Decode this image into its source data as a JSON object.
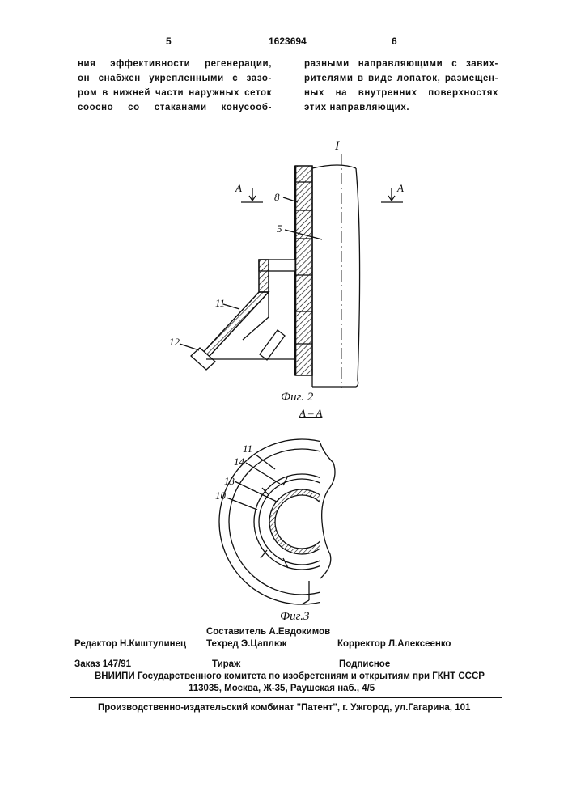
{
  "header": {
    "left_page": "5",
    "patent_number": "1623694",
    "right_page": "6"
  },
  "text": {
    "left_lines": [
      "ния эффективности регенерации,",
      "он снабжен укрепленными с зазо-",
      "ром в нижней части наружных сеток",
      "соосно со стаканами конусооб-"
    ],
    "right_lines": [
      "разными направляющими с завих-",
      "рителями в виде лопаток, размещен-",
      "ных на внутренних поверхностях",
      "этих направляющих."
    ]
  },
  "figure2": {
    "label_I": "I",
    "section_left": "A",
    "section_right": "A",
    "labels": {
      "n8": "8",
      "n5": "5",
      "n11": "11",
      "n12": "12"
    },
    "caption": "Фиг. 2"
  },
  "figure3": {
    "section_title": "A – A",
    "labels": {
      "n11": "11",
      "n14": "14",
      "n13": "13",
      "n10": "10"
    },
    "caption": "Фиг.3"
  },
  "imprint": {
    "compiler": "Составитель А.Евдокимов",
    "editor": "Редактор Н.Киштулинец",
    "techred": "Техред Э.Цаплюк",
    "corrector": "Корректор Л.Алексеенко",
    "order": "Заказ 147/91",
    "circulation": "Тираж",
    "subscription": "Подписное",
    "institute": "ВНИИПИ Государственного комитета по изобретениям и открытиям при ГКНТ СССР",
    "address": "113035, Москва, Ж-35, Раушская наб., 4/5",
    "publisher": "Производственно-издательский комбинат \"Патент\", г. Ужгород, ул.Гагарина, 101"
  }
}
